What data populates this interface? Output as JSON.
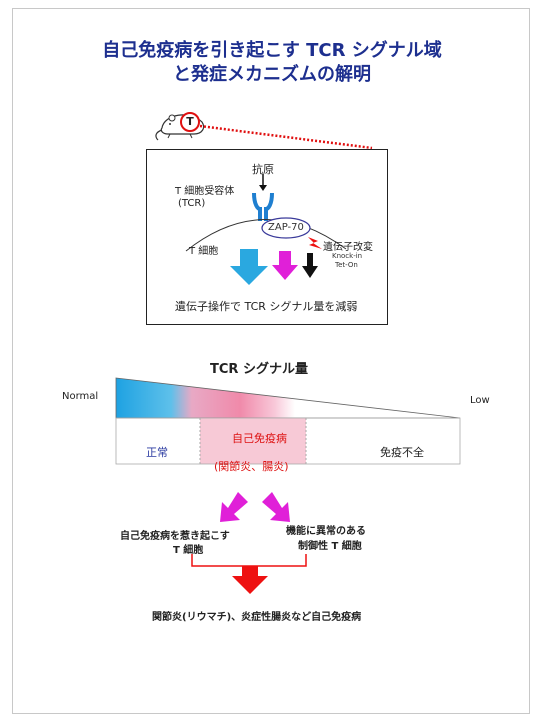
{
  "title": {
    "line1": "自己免疫病を引き起こす TCR シグナル域",
    "line2": "と発症メカニズムの解明"
  },
  "mouse_badge": "T",
  "inset": {
    "antigen": "抗原",
    "tcr_line1": "T 細胞受容体",
    "tcr_line2": "(TCR)",
    "zap70": "ZAP-70",
    "t_cell": "T 細胞",
    "mutation": "遺伝子改変",
    "knock_in": "Knock-in",
    "tet_on": "Tet-On",
    "caption": "遺伝子操作で TCR シグナル量を減弱"
  },
  "gradient": {
    "title": "TCR シグナル量",
    "left_label": "Normal",
    "right_label": "Low"
  },
  "zones": {
    "normal": "正常",
    "autoimmune_line1": "自己免疫病",
    "autoimmune_line2": "(関節炎、腸炎)",
    "immunodeficiency": "免疫不全"
  },
  "outcomes": {
    "left_line1": "自己免疫病を惹き起こす",
    "left_line2": "T 細胞",
    "right_line1": "機能に異常のある",
    "right_line2": "制御性 T 細胞",
    "final": "関節炎(リウマチ)、炎症性腸炎など自己免疫病"
  },
  "colors": {
    "title": "#1d2f8f",
    "blue": "#2aa8e0",
    "magenta": "#e020d8",
    "red": "#ee1111",
    "pink_zone": "#f7c9d6"
  }
}
